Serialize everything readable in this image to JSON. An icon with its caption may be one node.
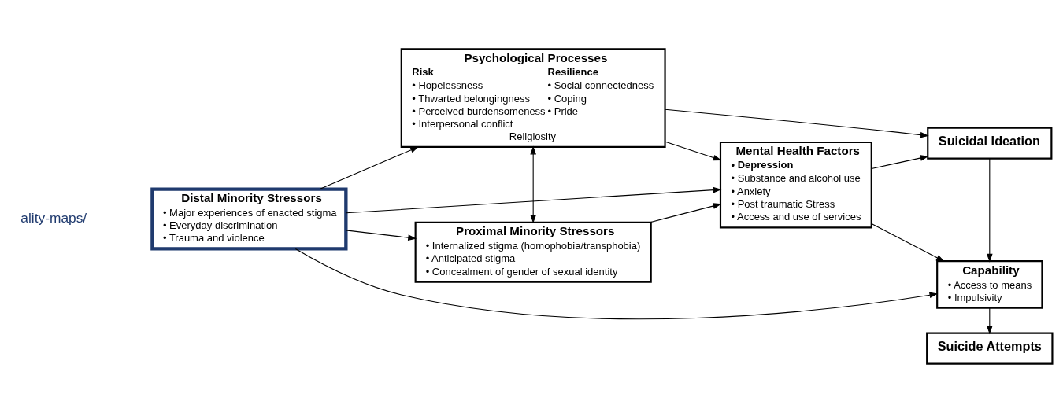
{
  "diagram": {
    "nodes": [
      {
        "text": [
          "Psychological Processes",
          "Risk",
          "• Hopelessness",
          "• Thwarted belongingness",
          "• Perceived burdensomeness",
          "• Interpersonal conflict",
          "Resilience",
          "• Social connectedness",
          "• Coping",
          "• Pride",
          "Religiosity"
        ]
      },
      {
        "text": [
          "Distal Minority Stressors",
          "• Major experiences of enacted stigma",
          "• Everyday discrimination",
          "• Trauma and violence"
        ]
      },
      {
        "text": [
          "Mental Health Factors",
          "• Depression",
          "• Substance and alcohol use",
          "• Anxiety",
          "• Post traumatic Stress",
          "• Access and use of services"
        ]
      },
      {
        "text": [
          "Suicidal Ideation"
        ]
      },
      {
        "text": [
          "Proximal Minority Stressors",
          "• Internalized stigma (homophobia/transphobia)",
          "• Anticipated stigma",
          "• Concealment of gender of sexual identity"
        ]
      },
      {
        "text": [
          "Capability",
          "• Access to means",
          "• Impulsivity"
        ]
      },
      {
        "text": [
          "Suicide Attempts"
        ]
      }
    ],
    "edges": [
      {
        "from": 1,
        "to": 0,
        "arrow": "to"
      },
      {
        "from": 0,
        "to": 4,
        "arrow": "both"
      },
      {
        "from": 1,
        "to": 2,
        "arrow": "to"
      },
      {
        "from": 1,
        "to": 4,
        "arrow": "to"
      },
      {
        "from": 4,
        "to": 2,
        "arrow": "to"
      },
      {
        "from": 1,
        "to": 5,
        "arrow": "to"
      },
      {
        "from": 0,
        "to": 2,
        "arrow": "to"
      },
      {
        "from": 0,
        "to": 3,
        "arrow": "to"
      },
      {
        "from": 2,
        "to": 3,
        "arrow": "to"
      },
      {
        "from": 2,
        "to": 5,
        "arrow": "to"
      },
      {
        "from": 3,
        "to": 5,
        "arrow": "to"
      },
      {
        "from": 5,
        "to": 6,
        "arrow": "to"
      }
    ],
    "labels": [
      "ality-maps/"
    ]
  }
}
